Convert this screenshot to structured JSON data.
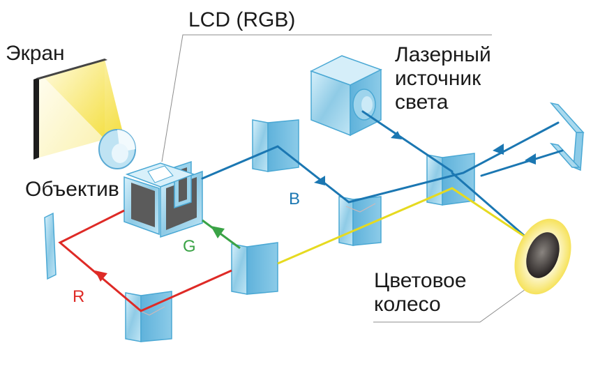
{
  "labels": {
    "lcd": "LCD (RGB)",
    "screen": "Экран",
    "lens": "Объектив",
    "laser_source": "Лазерный\nисточник\nсвета",
    "color_wheel": "Цветовое\nколесо",
    "beam_b": "B",
    "beam_g": "G",
    "beam_r": "R"
  },
  "colors": {
    "blue_beam": "#1b77b2",
    "green_beam": "#3aa346",
    "red_beam": "#de2a26",
    "yellow_beam": "#e6da20",
    "glass": "#a9d9ee",
    "glass_edge": "#4aa8d4",
    "leader_line": "#8c8c8c",
    "label_text": "#1a1a1a"
  },
  "icons": [
    "screen-icon",
    "lens-icon",
    "lcd-prism-icon",
    "laser-source-icon",
    "color-wheel-icon",
    "mirror-icon",
    "dichroic-mirror-icon"
  ]
}
